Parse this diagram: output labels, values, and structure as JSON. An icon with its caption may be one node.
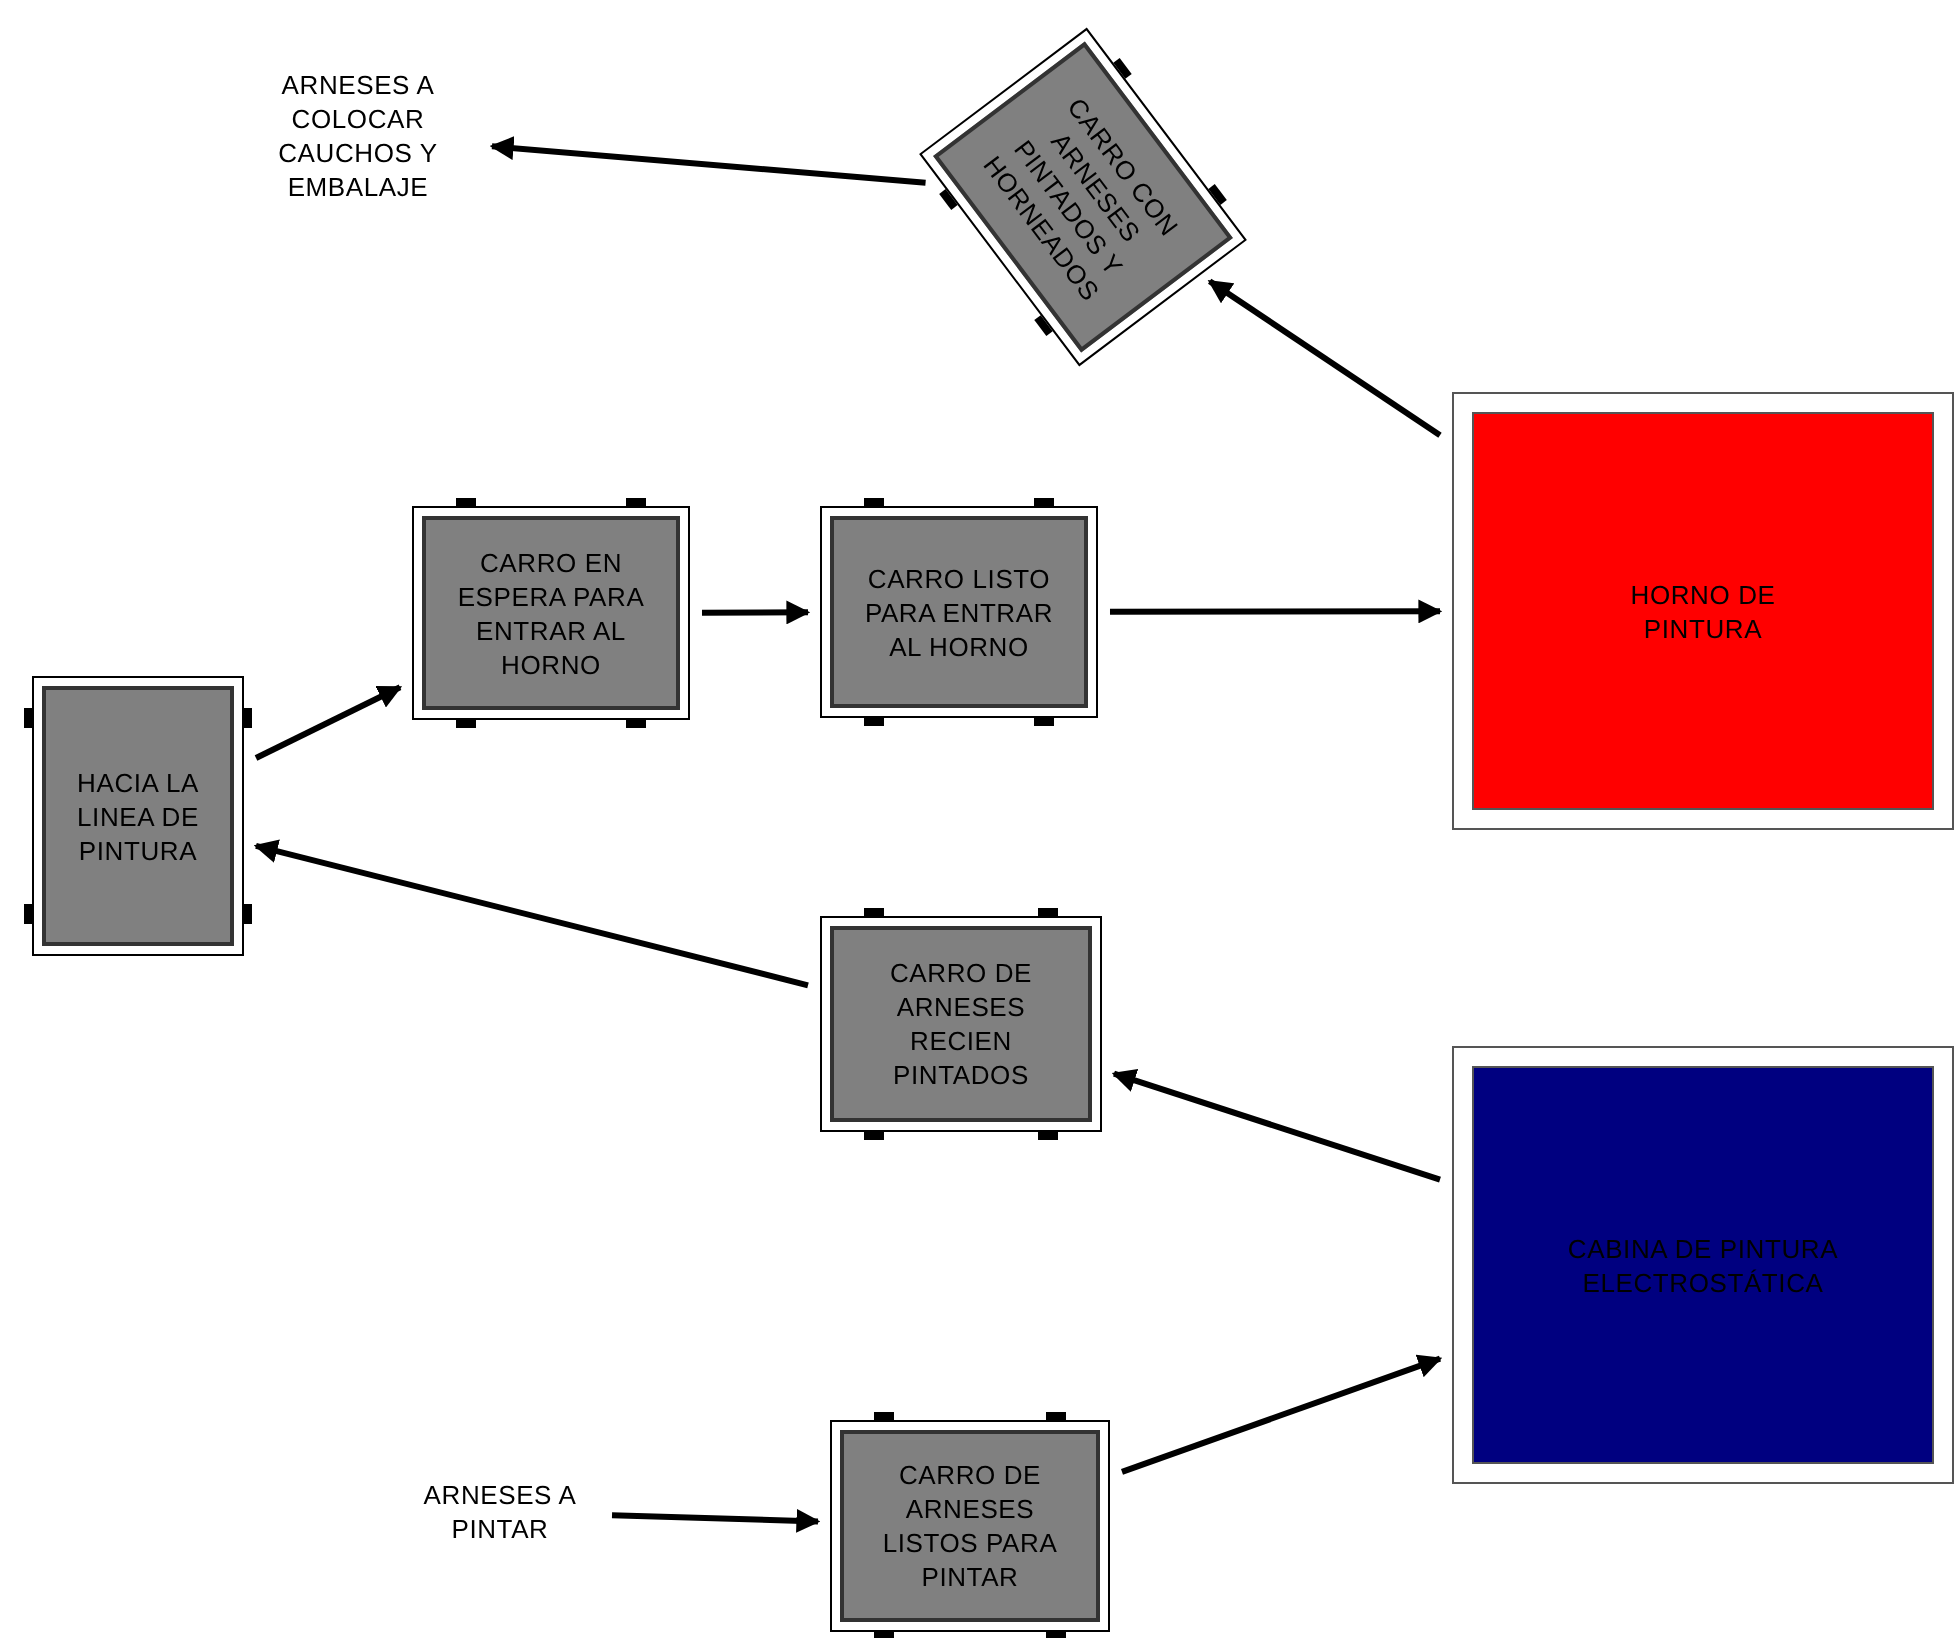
{
  "diagram": {
    "nodes": [
      {
        "text": [
          "ARNESES A COLOCAR CAUCHOS Y EMBALAJE"
        ]
      },
      {
        "text": [
          "CARRO CON ARNESES PINTADOS Y HORNEADOS"
        ]
      },
      {
        "text": [
          "CARRO EN ESPERA PARA ENTRAR AL HORNO"
        ]
      },
      {
        "text": [
          "CARRO LISTO PARA ENTRAR AL HORNO"
        ]
      },
      {
        "text": [
          "HORNO DE PINTURA"
        ]
      },
      {
        "text": [
          "HACIA LA LINEA DE PINTURA"
        ]
      },
      {
        "text": [
          "CARRO DE ARNESES RECIEN PINTADOS"
        ]
      },
      {
        "text": [
          "CABINA DE PINTURA ELECTROSTÁTICA"
        ]
      },
      {
        "text": [
          "ARNESES A PINTAR"
        ]
      },
      {
        "text": [
          "CARRO DE ARNESES LISTOS PARA PINTAR"
        ]
      }
    ],
    "edges": [
      {
        "from": 8,
        "to": 9,
        "arrow": "to"
      },
      {
        "from": 9,
        "to": 7,
        "arrow": "to"
      },
      {
        "from": 7,
        "to": 6,
        "arrow": "to"
      },
      {
        "from": 6,
        "to": 5,
        "arrow": "to"
      },
      {
        "from": 5,
        "to": 2,
        "arrow": "to"
      },
      {
        "from": 2,
        "to": 3,
        "arrow": "to"
      },
      {
        "from": 3,
        "to": 4,
        "arrow": "to"
      },
      {
        "from": 4,
        "to": 1,
        "arrow": "to"
      },
      {
        "from": 1,
        "to": 0,
        "arrow": "to"
      }
    ]
  }
}
